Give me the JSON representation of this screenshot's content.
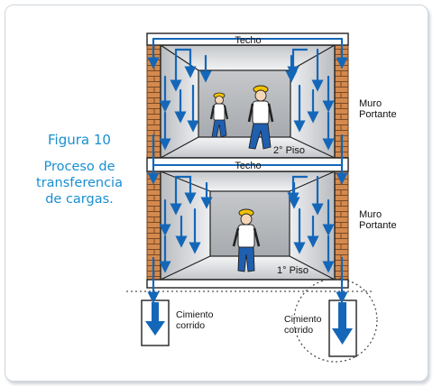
{
  "caption": {
    "figure_number": "Figura 10",
    "title_lines": [
      "Proceso de",
      "transferencia",
      "de cargas."
    ]
  },
  "labels": {
    "roof_top": "Techo",
    "roof_middle": "Techo",
    "floor_upper": "2° Piso",
    "floor_lower": "1° Piso",
    "wall_upper_line1": "Muro",
    "wall_upper_line2": "Portante",
    "wall_lower_line1": "Muro",
    "wall_lower_line2": "Portante",
    "foundation_left_line1": "Cimiento",
    "foundation_left_line2": "corrido",
    "foundation_right_line1": "Cimiento",
    "foundation_right_line2": "corrido"
  },
  "colors": {
    "arrow_blue": "#1467b8",
    "caption_blue": "#1a8fd0",
    "brick": "#d48a4e",
    "mortar": "#7a4a25",
    "helmet": "#f2c200",
    "pants": "#1f5fb0"
  },
  "icons": [
    "worker-figure",
    "brick-wall",
    "load-arrow",
    "foundation-footing"
  ]
}
